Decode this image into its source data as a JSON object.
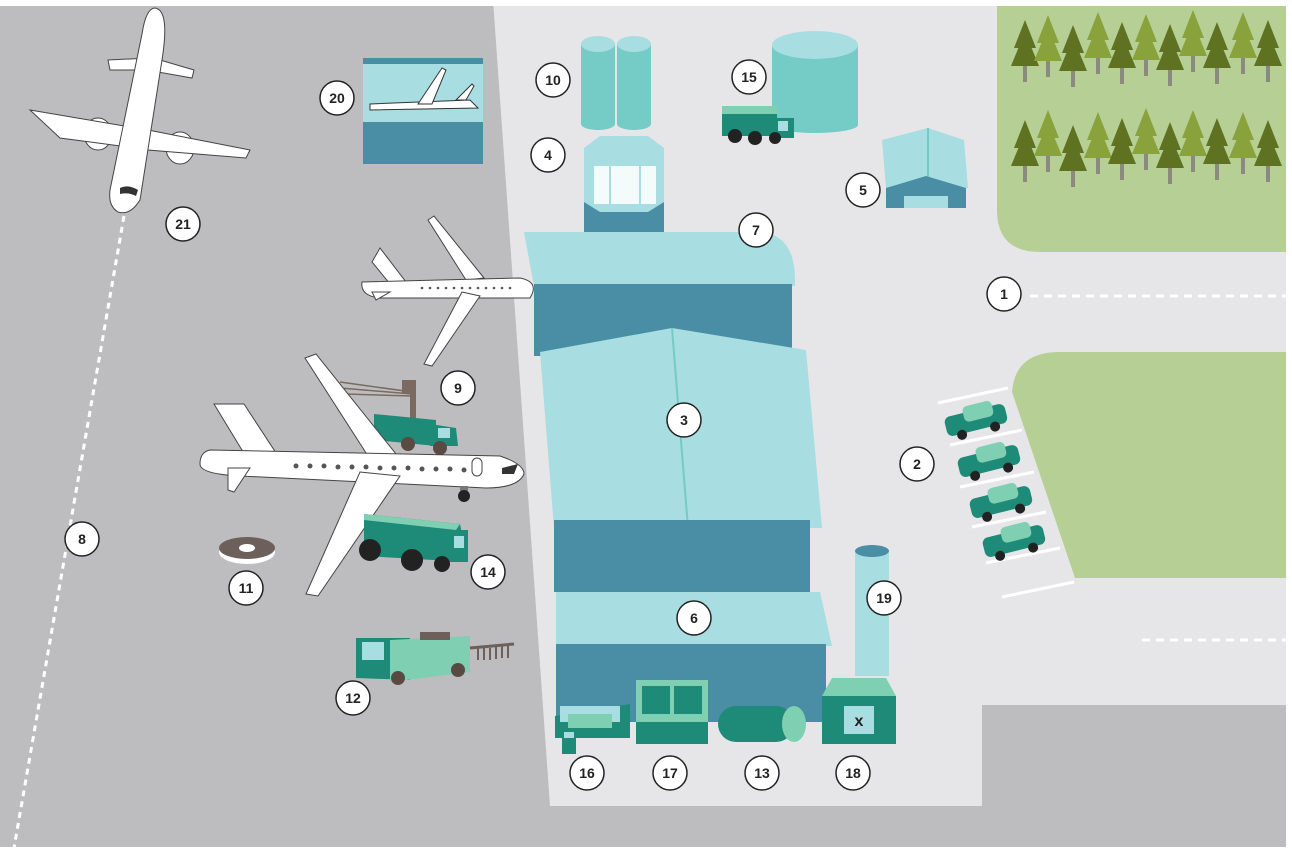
{
  "labels": {
    "n1": "1",
    "n2": "2",
    "n3": "3",
    "n4": "4",
    "n5": "5",
    "n6": "6",
    "n7": "7",
    "n8": "8",
    "n9": "9",
    "n10": "10",
    "n11": "11",
    "n12": "12",
    "n13": "13",
    "n14": "14",
    "n15": "15",
    "n16": "16",
    "n17": "17",
    "n18": "18",
    "n19": "19",
    "n20": "20",
    "n21": "21"
  },
  "waste_bin_mark": "x",
  "colors": {
    "tarmac": "#bdbdc0",
    "ground": "#e6e6e8",
    "grass": "#b6cf94",
    "building_light": "#a8dde2",
    "building_dark": "#4a8ea5",
    "vehicle": "#1e8a78",
    "vehicle_light": "#7fcfb2",
    "tree_dark": "#5e7222",
    "tree_light": "#8aa23c"
  }
}
